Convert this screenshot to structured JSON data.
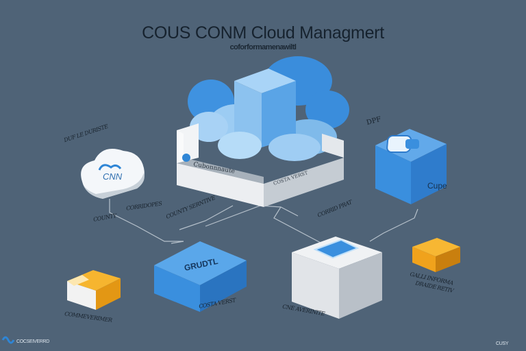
{
  "header": {
    "title": "COUS CONM Cloud Managmert",
    "subtitle": "coforformamenawiltl"
  },
  "nodes": {
    "hub_label": "Cubonnnaute",
    "hub_side_label": "COSTA VERST",
    "left_cloud_label": "CNN",
    "blue_box_label": "GRUDTL",
    "right_box_label": "Cupe",
    "right_box_badge": "DPF"
  },
  "annotations": {
    "left_top": "DUF LE DURISTE",
    "left_mid_a": "COUNTY",
    "left_mid_b": "COUNTY SERNTIVE",
    "mid_connector": "CORRIDOPES",
    "hub_right": "COSTA VERST",
    "right_mid": "CORRID PRAT",
    "bottom_left": "COMMEVERIMER",
    "bottom_center": "CNE AVERINITE",
    "bottom_right_a": "GALLI INFORMA",
    "bottom_right_b": "DRAIDE RETIV"
  },
  "footer": {
    "left_text": "COCSEIVERRD",
    "right_text": "CUSY"
  },
  "colors": {
    "background": "#4f6377",
    "accent_blue": "#3a8fde",
    "light_blue": "#8cc2ef",
    "cube_grey": "#e3e6ea",
    "accent_orange": "#f0a21c"
  }
}
